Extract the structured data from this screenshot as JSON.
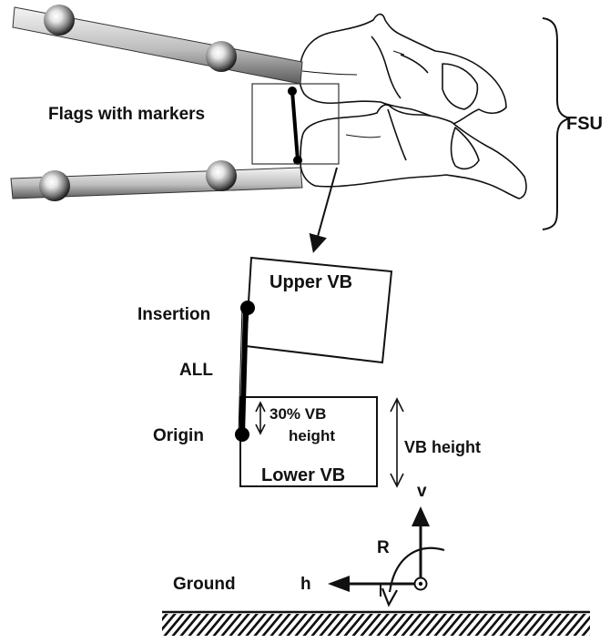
{
  "labels": {
    "flags": "Flags with markers",
    "fsu": "FSU",
    "upper_vb": "Upper VB",
    "lower_vb": "Lower VB",
    "insertion": "Insertion",
    "all": "ALL",
    "origin": "Origin",
    "pct_line1": "30% VB",
    "pct_line2": "height",
    "vb_height": "VB height",
    "v_axis": "v",
    "h_axis": "h",
    "rotation": "R",
    "ground": "Ground"
  }
}
